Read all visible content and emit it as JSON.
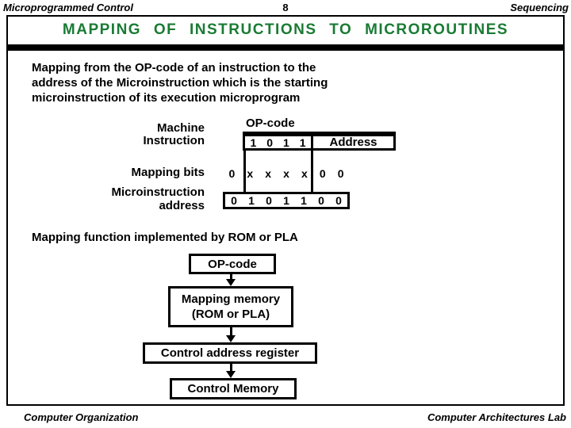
{
  "header": {
    "left": "Microprogrammed Control",
    "page": "8",
    "right": "Sequencing"
  },
  "title": "MAPPING OF INSTRUCTIONS TO MICROROUTINES",
  "intro": {
    "line1": "Mapping from the OP-code of an instruction to the",
    "line2": "address of the Microinstruction which is the starting",
    "line3": "microinstruction of its execution microprogram"
  },
  "mapping_diagram": {
    "machine_instruction_label": {
      "line1": "Machine",
      "line2": "Instruction"
    },
    "opcode_label": "OP-code",
    "opcode_bits": [
      "1",
      "0",
      "1",
      "1"
    ],
    "address_field_label": "Address",
    "mapping_bits_label": "Mapping bits",
    "mapping_bits": [
      "0",
      "x",
      "x",
      "x",
      "x",
      "0",
      "0"
    ],
    "microinstruction_address_label": {
      "line1": "Microinstruction",
      "line2": "address"
    },
    "microinstruction_address_bits": [
      "0",
      "1",
      "0",
      "1",
      "1",
      "0",
      "0"
    ]
  },
  "rom_note": "Mapping function implemented by ROM or PLA",
  "flow_diagram": {
    "opcode_box": "OP-code",
    "mapping_memory_box": {
      "line1": "Mapping memory",
      "line2": "(ROM or PLA)"
    },
    "control_address_register_box": "Control address register",
    "control_memory_box": "Control Memory"
  },
  "footer": {
    "left": "Computer Organization",
    "right": "Computer Architectures Lab"
  },
  "colors": {
    "title_green": "#1a7b34",
    "ink": "#000000",
    "background": "#ffffff"
  }
}
